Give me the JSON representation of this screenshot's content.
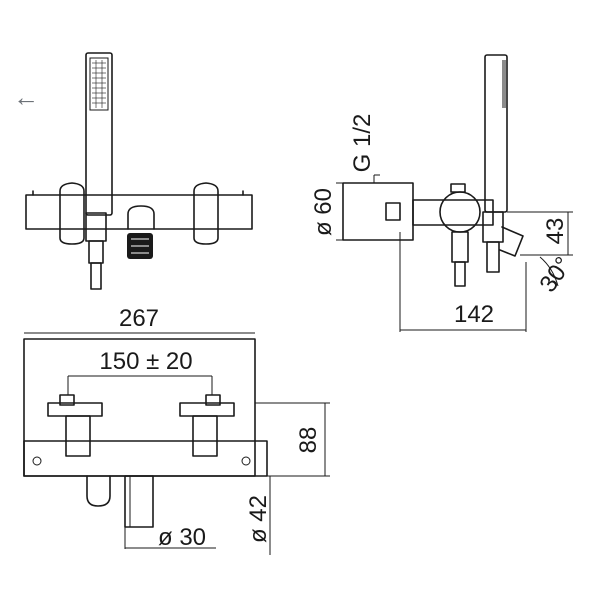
{
  "nav": {
    "back_icon": "←"
  },
  "drawing": {
    "front_view": {
      "dimension_width": "267",
      "dimension_spacing": "150 ± 20",
      "dimension_height": "88",
      "dimension_outlet": "ø 30",
      "dimension_spout": "ø 42"
    },
    "side_view": {
      "thread": "G 1/2",
      "diameter": "ø 60",
      "depth": "142",
      "offset": "43",
      "angle": "30°"
    }
  },
  "colors": {
    "line": "#1a1a1a",
    "nav": "#6d7278",
    "background": "#ffffff"
  }
}
